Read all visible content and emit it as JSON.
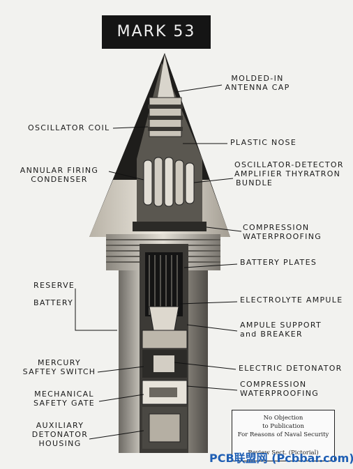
{
  "title": "MARK 53",
  "labels_right": {
    "molded_in_1": "MOLDED-IN",
    "molded_in_2": "ANTENNA CAP",
    "plastic_nose": "PLASTIC NOSE",
    "osc_det_1": "OSCILLATOR-DETECTOR",
    "osc_det_2": "AMPLIFIER THYRATRON",
    "osc_det_3": "BUNDLE",
    "comp1_1": "COMPRESSION",
    "comp1_2": "WATERPROOFING",
    "battery_plates": "BATTERY PLATES",
    "electrolyte": "ELECTROLYTE AMPULE",
    "ampule_1": "AMPULE SUPPORT",
    "ampule_2": "and BREAKER",
    "electric_det": "ELECTRIC DETONATOR",
    "comp2_1": "COMPRESSION",
    "comp2_2": "WATERPROOFING"
  },
  "labels_left": {
    "osc_coil": "OSCILLATOR COIL",
    "annular_1": "ANNULAR FIRING",
    "annular_2": "CONDENSER",
    "reserve": "RESERVE",
    "battery": "BATTERY",
    "mercury_1": "MERCURY",
    "mercury_2": "SAFTEY SWITCH",
    "mech_1": "MECHANICAL",
    "mech_2": "SAFETY GATE",
    "aux_1": "AUXILIARY",
    "aux_2": "DETONATOR",
    "aux_3": "HOUSING"
  },
  "stamp": {
    "line1": "No Objection",
    "line2": "to Publication",
    "line3": "For Reasons of Naval Security",
    "line4": "Review Sect. (Pictorial)"
  },
  "watermark": "PCB联盟网 (Pcbbar.com)"
}
